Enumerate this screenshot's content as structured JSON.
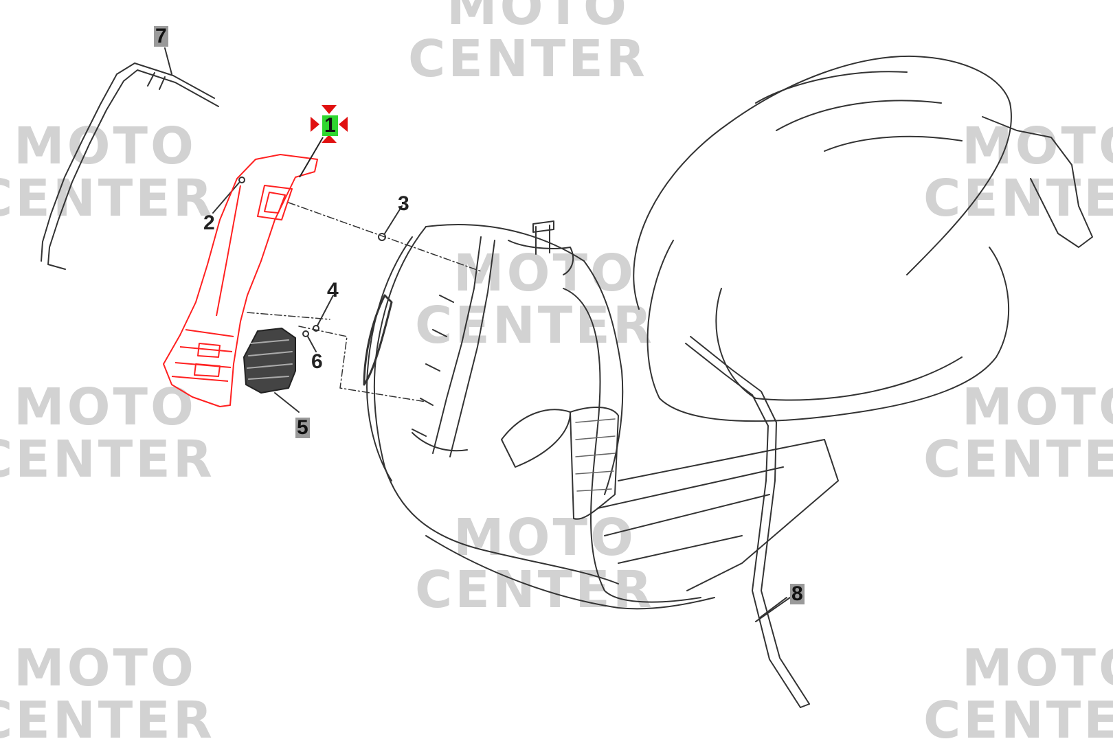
{
  "watermark": {
    "line1": "MOTO",
    "line2": "CENTER"
  },
  "callouts": {
    "part1": "1",
    "part2": "2",
    "part3": "3",
    "part4": "4",
    "part5": "5",
    "part6": "6",
    "part7": "7",
    "part8": "8"
  },
  "colors": {
    "highlight": "#ff2020",
    "selection_marker": "#e01010",
    "selection_label_bg": "#2fd62f",
    "watermark": "#d2d2d2",
    "linework": "#333333"
  },
  "selected_part": "1"
}
